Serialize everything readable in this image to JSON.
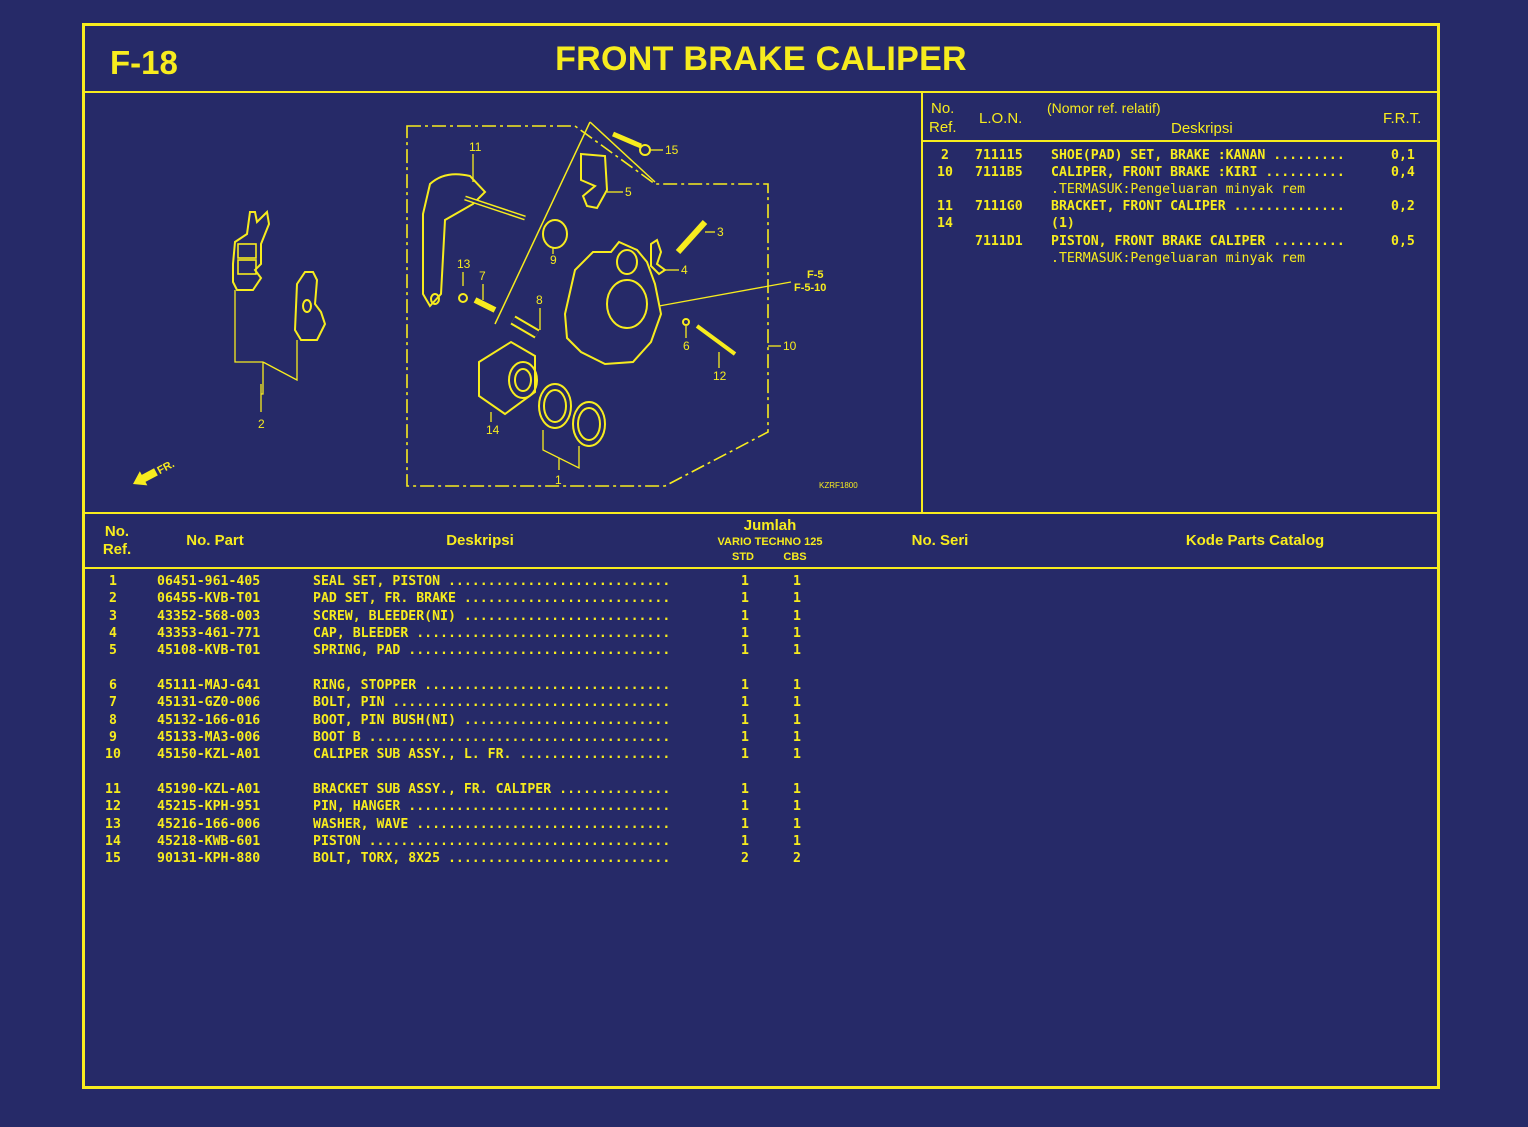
{
  "header": {
    "section_code": "F-18",
    "title": "FRONT BRAKE CALIPER"
  },
  "diagram": {
    "figure_code": "KZRF1800",
    "front_indicator": "FR.",
    "cross_ref": [
      "F-5",
      "F-5-10"
    ],
    "callouts": [
      "1",
      "2",
      "3",
      "4",
      "5",
      "6",
      "7",
      "8",
      "9",
      "10",
      "11",
      "12",
      "13",
      "14",
      "15"
    ],
    "colors": {
      "background": "#262a68",
      "line": "#f7ec1e"
    }
  },
  "labor_table": {
    "headers": {
      "ref": "No. Ref.",
      "ref_l1": "No.",
      "ref_l2": "Ref.",
      "lon": "L.O.N.",
      "desc_note": "(Nomor ref. relatif)",
      "desc": "Deskripsi",
      "frt": "F.R.T."
    },
    "rows": [
      {
        "ref": "2",
        "lon": "711115",
        "desc": "SHOE(PAD) SET, BRAKE :KANAN .........",
        "frt": "0,1"
      },
      {
        "ref": "10",
        "lon": "7111B5",
        "desc": "CALIPER, FRONT BRAKE :KIRI ..........",
        "frt": "0,4"
      },
      {
        "ref": "",
        "lon": "",
        "desc": ".TERMASUK:Pengeluaran minyak rem",
        "frt": ""
      },
      {
        "ref": "11",
        "lon": "7111G0",
        "desc": "BRACKET, FRONT CALIPER ..............",
        "frt": "0,2"
      },
      {
        "ref": "14",
        "lon": "",
        "desc": "(1)",
        "frt": ""
      },
      {
        "ref": "",
        "lon": "7111D1",
        "desc": "PISTON, FRONT BRAKE CALIPER .........",
        "frt": "0,5"
      },
      {
        "ref": "",
        "lon": "",
        "desc": ".TERMASUK:Pengeluaran minyak rem",
        "frt": ""
      }
    ]
  },
  "parts_table": {
    "headers": {
      "ref_l1": "No.",
      "ref_l2": "Ref.",
      "part_no": "No. Part",
      "desc": "Deskripsi",
      "qty": "Jumlah",
      "model": "VARIO TECHNO 125",
      "std": "STD",
      "cbs": "CBS",
      "serial": "No. Seri",
      "catalog_code": "Kode Parts Catalog"
    },
    "rows": [
      {
        "ref": "1",
        "part_no": "06451-961-405",
        "desc": "SEAL SET, PISTON ............................",
        "std": "1",
        "cbs": "1"
      },
      {
        "ref": "2",
        "part_no": "06455-KVB-T01",
        "desc": "PAD SET, FR. BRAKE ..........................",
        "std": "1",
        "cbs": "1"
      },
      {
        "ref": "3",
        "part_no": "43352-568-003",
        "desc": "SCREW, BLEEDER(NI) ..........................",
        "std": "1",
        "cbs": "1"
      },
      {
        "ref": "4",
        "part_no": "43353-461-771",
        "desc": "CAP, BLEEDER ................................",
        "std": "1",
        "cbs": "1"
      },
      {
        "ref": "5",
        "part_no": "45108-KVB-T01",
        "desc": "SPRING, PAD .................................",
        "std": "1",
        "cbs": "1"
      },
      {
        "ref": "6",
        "part_no": "45111-MAJ-G41",
        "desc": "RING, STOPPER ...............................",
        "std": "1",
        "cbs": "1"
      },
      {
        "ref": "7",
        "part_no": "45131-GZ0-006",
        "desc": "BOLT, PIN ...................................",
        "std": "1",
        "cbs": "1"
      },
      {
        "ref": "8",
        "part_no": "45132-166-016",
        "desc": "BOOT, PIN BUSH(NI) ..........................",
        "std": "1",
        "cbs": "1"
      },
      {
        "ref": "9",
        "part_no": "45133-MA3-006",
        "desc": "BOOT B ......................................",
        "std": "1",
        "cbs": "1"
      },
      {
        "ref": "10",
        "part_no": "45150-KZL-A01",
        "desc": "CALIPER SUB ASSY., L. FR. ...................",
        "std": "1",
        "cbs": "1"
      },
      {
        "ref": "11",
        "part_no": "45190-KZL-A01",
        "desc": "BRACKET SUB ASSY., FR. CALIPER ..............",
        "std": "1",
        "cbs": "1"
      },
      {
        "ref": "12",
        "part_no": "45215-KPH-951",
        "desc": "PIN, HANGER .................................",
        "std": "1",
        "cbs": "1"
      },
      {
        "ref": "13",
        "part_no": "45216-166-006",
        "desc": "WASHER, WAVE ................................",
        "std": "1",
        "cbs": "1"
      },
      {
        "ref": "14",
        "part_no": "45218-KWB-601",
        "desc": "PISTON ......................................",
        "std": "1",
        "cbs": "1"
      },
      {
        "ref": "15",
        "part_no": "90131-KPH-880",
        "desc": "BOLT, TORX, 8X25 ............................",
        "std": "2",
        "cbs": "2"
      }
    ]
  }
}
